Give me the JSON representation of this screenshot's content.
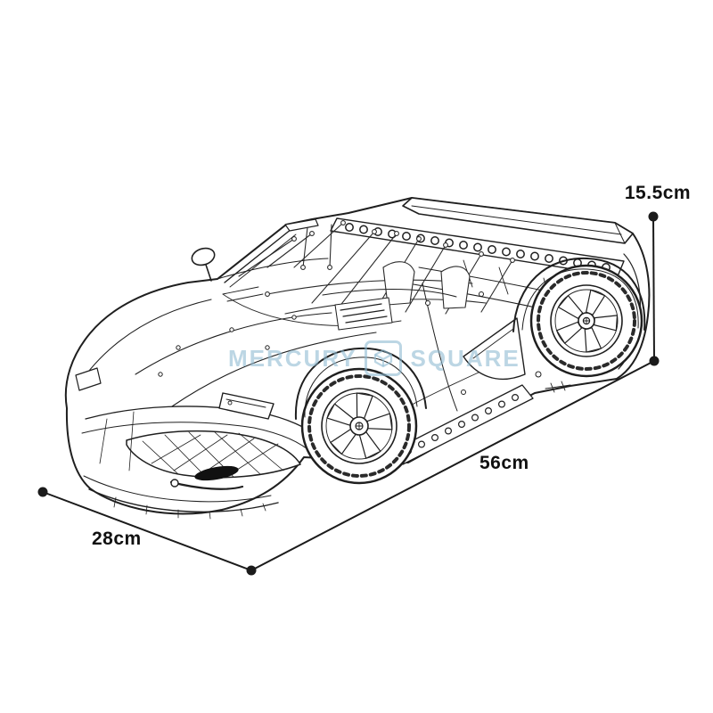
{
  "scene": {
    "background_color": "#ffffff",
    "subject": "Brick-built technic convertible supercar, front three-quarter line drawing with size callouts"
  },
  "watermark": {
    "left_text": "MERCURY",
    "right_text": "SQUARE",
    "icon": "cube-icon",
    "color": "#8bb8d1"
  },
  "annotations": {
    "line_color": "#1b1b1b",
    "text_color": "#111111",
    "height_label": "15.5cm",
    "length_label": "56cm",
    "width_label": "28cm"
  }
}
